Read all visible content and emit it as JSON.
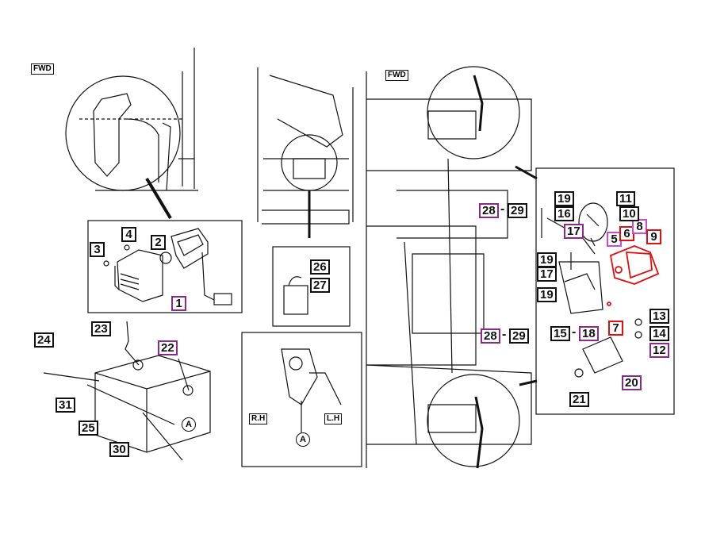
{
  "orientation": {
    "fwd_left": "FWD",
    "fwd_center": "FWD"
  },
  "side_labels": {
    "right": "R.H",
    "left": "L.H"
  },
  "joint_marker": "A",
  "callouts": {
    "c1": "1",
    "c2": "2",
    "c3": "3",
    "c4": "4",
    "c5": "5",
    "c6": "6",
    "c7": "7",
    "c8": "8",
    "c9": "9",
    "c10": "10",
    "c11": "11",
    "c12": "12",
    "c13": "13",
    "c14": "14",
    "c15": "15",
    "c16": "16",
    "c17a": "17",
    "c17b": "17",
    "c18": "18",
    "c19a": "19",
    "c19b": "19",
    "c19c": "19",
    "c20": "20",
    "c21": "21",
    "c22": "22",
    "c23": "23",
    "c24": "24",
    "c25": "25",
    "c26": "26",
    "c27": "27",
    "c28a": "28",
    "c28b": "28",
    "c29a": "29",
    "c29b": "29",
    "c30": "30",
    "c31": "31"
  },
  "colors": {
    "purple": "#8b2a8b",
    "pink": "#d04ad0",
    "red": "#e01010",
    "ink": "#111111"
  }
}
